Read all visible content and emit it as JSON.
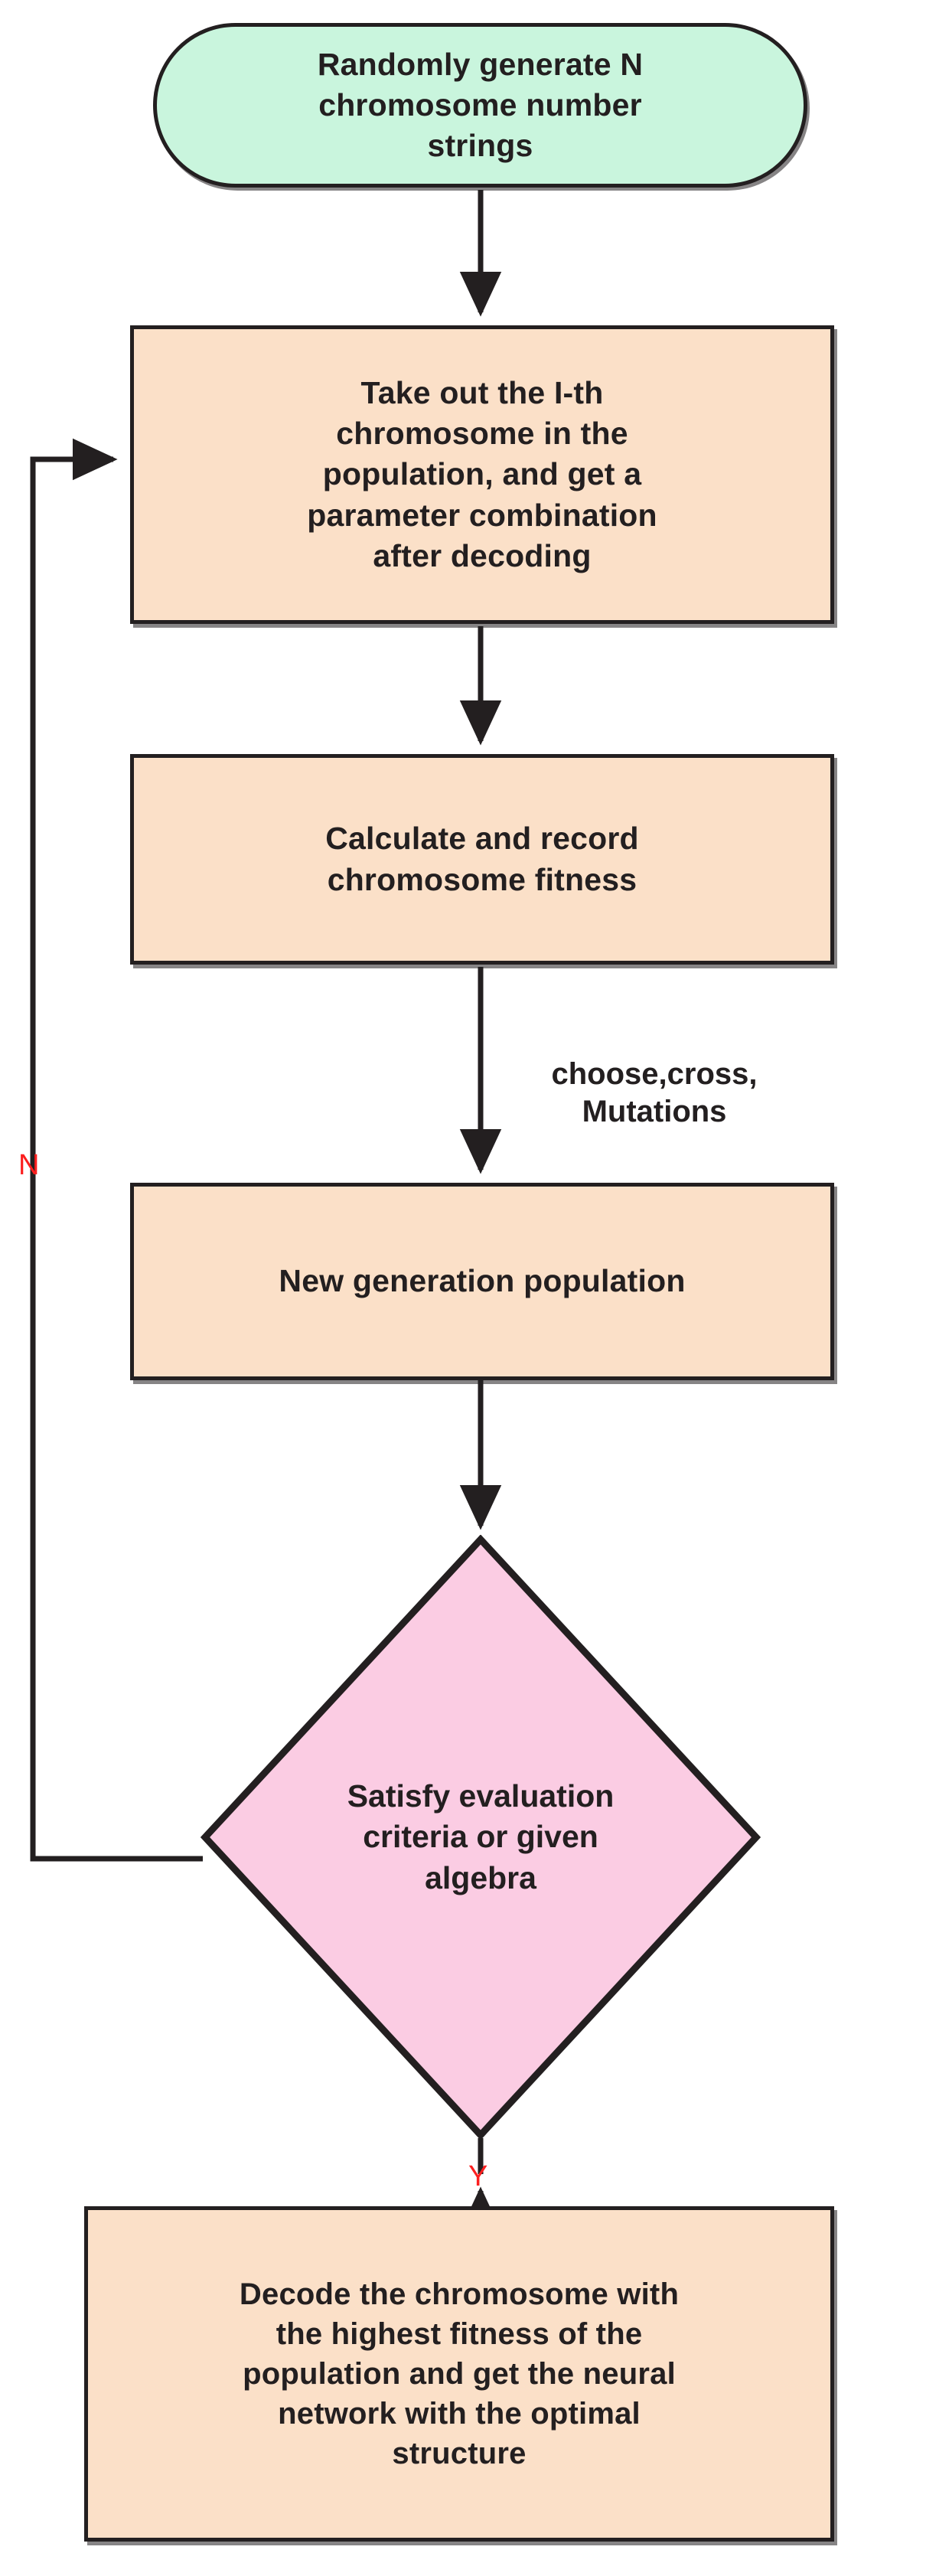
{
  "diagram": {
    "title": "Genetic algorithm optimization flowchart",
    "type": "flowchart",
    "orientation": "top-to-bottom",
    "colors": {
      "terminator_fill": "#c9f5dd",
      "process_fill": "#fbe0c8",
      "decision_fill": "#fbcce3",
      "stroke": "#231f20",
      "text": "#231f20",
      "branch_label": "#fb1f1f",
      "background": "#ffffff"
    },
    "nodes": [
      {
        "id": "start",
        "shape": "stadium",
        "label": "Randomly generate N\nchromosome number\nstrings"
      },
      {
        "id": "take-out",
        "shape": "rectangle",
        "label": "Take out the I-th\nchromosome in the\npopulation, and get a\nparameter combination\nafter decoding"
      },
      {
        "id": "fitness",
        "shape": "rectangle",
        "label": "Calculate and record\nchromosome fitness"
      },
      {
        "id": "new-generation",
        "shape": "rectangle",
        "label": "New generation population"
      },
      {
        "id": "decision",
        "shape": "diamond",
        "label": "Satisfy evaluation\ncriteria or given\nalgebra"
      },
      {
        "id": "decode",
        "shape": "rectangle",
        "label": "Decode the chromosome with\nthe highest fitness of the\npopulation and get the neural\nnetwork with the optimal\nstructure"
      }
    ],
    "edges": [
      {
        "id": "e1",
        "from": "start",
        "to": "take-out",
        "label": ""
      },
      {
        "id": "e2",
        "from": "take-out",
        "to": "fitness",
        "label": ""
      },
      {
        "id": "e3",
        "from": "fitness",
        "to": "new-generation",
        "label": "choose,cross,\nMutations"
      },
      {
        "id": "e4",
        "from": "new-generation",
        "to": "decision",
        "label": ""
      },
      {
        "id": "e5",
        "from": "decision",
        "to": "decode",
        "label": "Y"
      },
      {
        "id": "e6",
        "from": "decision",
        "to": "take-out",
        "label": "N"
      }
    ],
    "branch_labels": {
      "no": "N",
      "yes": "Y"
    }
  }
}
